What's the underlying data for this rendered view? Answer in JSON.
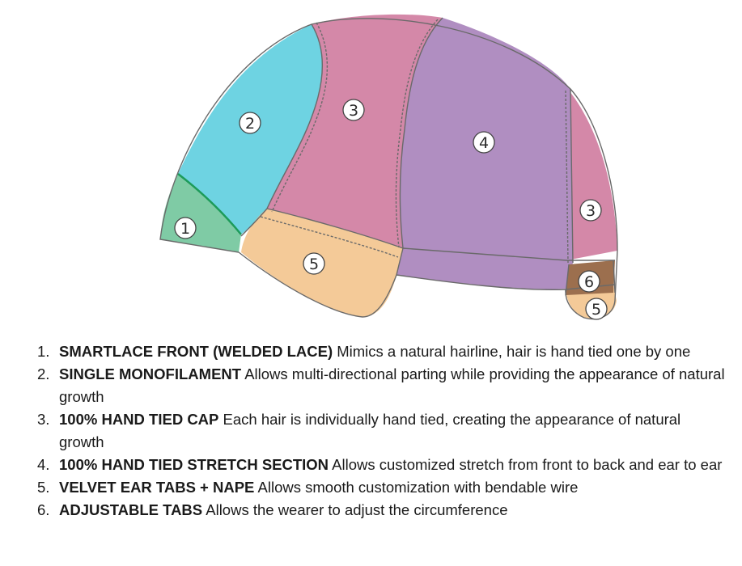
{
  "colors": {
    "lace_front": "#7fcba5",
    "monofilament": "#6ed3e2",
    "hand_tied": "#d488a8",
    "stretch": "#b08ec1",
    "ear_tab": "#f4ca98",
    "adjustable_tab": "#9c6f4e",
    "outline": "#6a6a6a"
  },
  "diagram": {
    "markers": [
      "1",
      "2",
      "3",
      "4",
      "3",
      "5",
      "6",
      "5"
    ]
  },
  "legend": [
    {
      "number": "1.",
      "term": "SMARTLACE FRONT (WELDED LACE)",
      "text": " Mimics a natural hairline, hair is hand tied one by one"
    },
    {
      "number": "2.",
      "term": "SINGLE MONOFILAMENT",
      "text": " Allows multi-directional parting while providing the appearance of natural growth"
    },
    {
      "number": "3.",
      "term": "100% HAND TIED CAP",
      "text": " Each hair is individually hand tied, creating the appearance of natural growth"
    },
    {
      "number": "4.",
      "term": "100% HAND TIED STRETCH SECTION",
      "text": " Allows customized stretch from front to back and ear to ear"
    },
    {
      "number": "5.",
      "term": "VELVET EAR TABS + NAPE",
      "text": " Allows smooth customization with bendable wire"
    },
    {
      "number": "6.",
      "term": "ADJUSTABLE TABS",
      "text": " Allows the wearer to adjust the circumference"
    }
  ]
}
